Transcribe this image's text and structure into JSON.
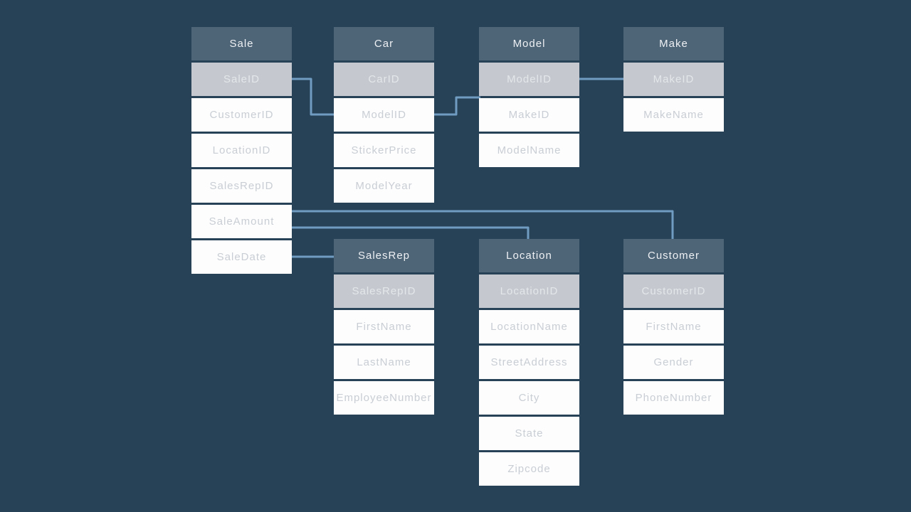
{
  "diagram": {
    "type": "entity-relationship",
    "tables": {
      "sale": {
        "title": "Sale",
        "key": "SaleID",
        "fields": [
          "CustomerID",
          "LocationID",
          "SalesRepID",
          "SaleAmount",
          "SaleDate"
        ]
      },
      "car": {
        "title": "Car",
        "key": "CarID",
        "fields": [
          "ModelID",
          "StickerPrice",
          "ModelYear"
        ]
      },
      "model": {
        "title": "Model",
        "key": "ModelID",
        "fields": [
          "MakeID",
          "ModelName"
        ]
      },
      "make": {
        "title": "Make",
        "key": "MakeID",
        "fields": [
          "MakeName"
        ]
      },
      "salesrep": {
        "title": "SalesRep",
        "key": "SalesRepID",
        "fields": [
          "FirstName",
          "LastName",
          "EmployeeNumber"
        ]
      },
      "location": {
        "title": "Location",
        "key": "LocationID",
        "fields": [
          "LocationName",
          "StreetAddress",
          "City",
          "State",
          "Zipcode"
        ]
      },
      "customer": {
        "title": "Customer",
        "key": "CustomerID",
        "fields": [
          "FirstName",
          "Gender",
          "PhoneNumber"
        ]
      }
    },
    "relationships": [
      {
        "from": "Sale.SaleID",
        "to": "Car.ModelID"
      },
      {
        "from": "Car.ModelID",
        "to": "Model.ModelID"
      },
      {
        "from": "Model.ModelID",
        "to": "Make.MakeID"
      },
      {
        "from": "Sale.SaleAmount",
        "to": "Customer"
      },
      {
        "from": "Sale.SaleAmount",
        "to": "Location"
      },
      {
        "from": "Sale.SaleDate",
        "to": "SalesRep"
      }
    ]
  },
  "colors": {
    "background": "#274257",
    "table_header": "#4e6477",
    "key_row": "#c5c9cf",
    "row": "#fdfdfe",
    "header_text": "#eef1f4",
    "key_text": "#e4e7ea",
    "row_text": "#c9ced4",
    "connector": "#6f9cc0"
  }
}
